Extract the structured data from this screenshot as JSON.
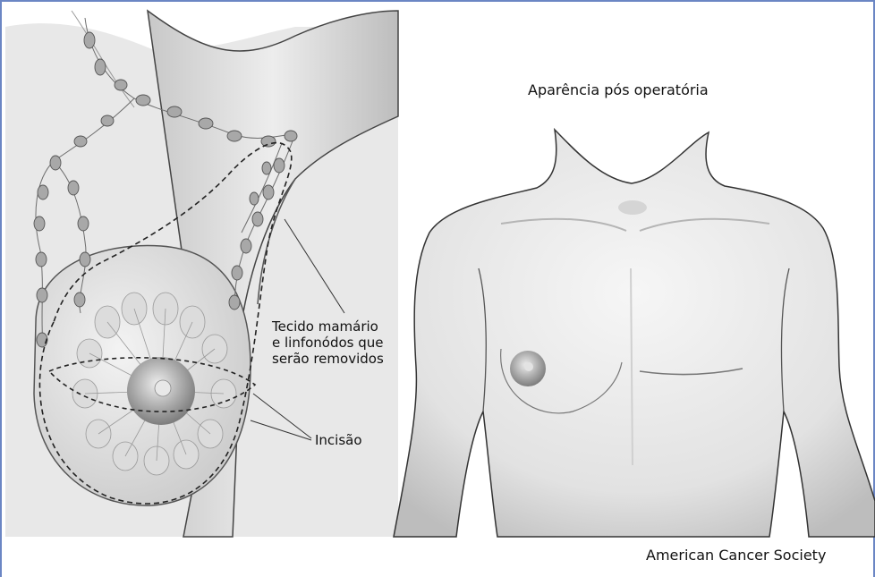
{
  "figure": {
    "title": "Aparência pós operatória",
    "label_tissue": [
      "Tecido mamário",
      "e linfonódos que",
      "serão removidos"
    ],
    "label_incision": "Incisão",
    "credit": "American Cancer Society"
  },
  "colors": {
    "border": "#6b86c4",
    "skin_light": "#f2f2f2",
    "skin_shade": "#cfcfcf",
    "outline": "#333333",
    "lymph_node": "#a8a8a8"
  }
}
